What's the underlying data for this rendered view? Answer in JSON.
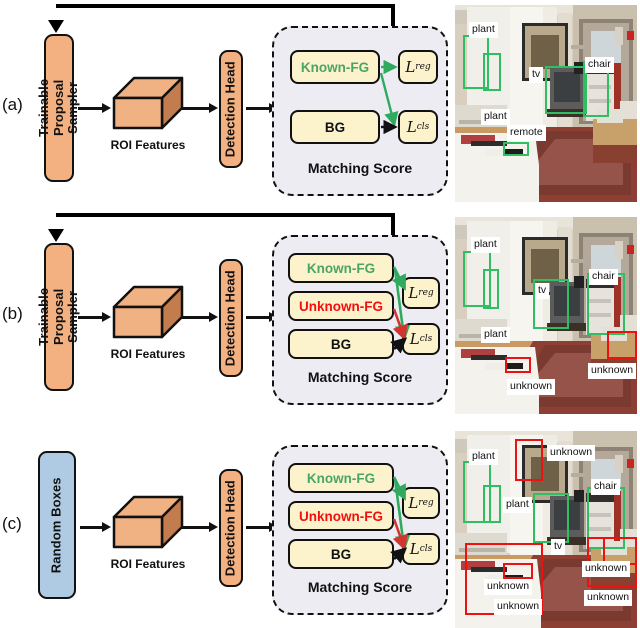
{
  "figure": {
    "panel_letters": [
      "(a)",
      "(b)",
      "(c)"
    ],
    "colors": {
      "orange_box": "#f3b080",
      "blue_box": "#aecbe3",
      "class_box": "#fcf3cd",
      "matching_panel": "#edecf2",
      "known_fg_text": "#4aa565",
      "unknown_fg_text": "#f40f0f",
      "green_detection": "#2fbe62",
      "red_detection": "#ee1111",
      "arrow_black": "#111111"
    }
  },
  "panels": [
    {
      "letter": "(a)",
      "source_box": {
        "label": "Trainable Proposal Sampler",
        "style": "orange"
      },
      "roi": {
        "label": "ROI Features"
      },
      "head_box": {
        "label": "Detection Head",
        "style": "orange"
      },
      "matching": {
        "title": "Matching Score",
        "classes": [
          {
            "label": "Known-FG",
            "style": "known"
          },
          {
            "label": "BG",
            "style": "plain"
          }
        ],
        "losses": [
          {
            "label": "L",
            "sub": "reg"
          },
          {
            "label": "L",
            "sub": "cls"
          }
        ]
      },
      "photo": {
        "detections": [
          {
            "label": "plant",
            "color": "green"
          },
          {
            "label": "plant",
            "color": "green"
          },
          {
            "label": "tv",
            "color": "green"
          },
          {
            "label": "chair",
            "color": "green"
          },
          {
            "label": "remote",
            "color": "green"
          }
        ]
      }
    },
    {
      "letter": "(b)",
      "source_box": {
        "label": "Trainable Proposal Sampler",
        "style": "orange"
      },
      "roi": {
        "label": "ROI Features"
      },
      "head_box": {
        "label": "Detection Head",
        "style": "orange"
      },
      "matching": {
        "title": "Matching Score",
        "classes": [
          {
            "label": "Known-FG",
            "style": "known"
          },
          {
            "label": "Unknown-FG",
            "style": "unknown"
          },
          {
            "label": "BG",
            "style": "plain"
          }
        ],
        "losses": [
          {
            "label": "L",
            "sub": "reg"
          },
          {
            "label": "L",
            "sub": "cls"
          }
        ]
      },
      "photo": {
        "detections": [
          {
            "label": "plant",
            "color": "green"
          },
          {
            "label": "plant",
            "color": "green"
          },
          {
            "label": "tv",
            "color": "green"
          },
          {
            "label": "chair",
            "color": "green"
          },
          {
            "label": "unknown",
            "color": "red"
          },
          {
            "label": "unknown",
            "color": "red"
          }
        ]
      }
    },
    {
      "letter": "(c)",
      "source_box": {
        "label": "Random Boxes",
        "style": "blue"
      },
      "roi": {
        "label": "ROI Features"
      },
      "head_box": {
        "label": "Detection Head",
        "style": "orange"
      },
      "matching": {
        "title": "Matching Score",
        "classes": [
          {
            "label": "Known-FG",
            "style": "known"
          },
          {
            "label": "Unknown-FG",
            "style": "unknown"
          },
          {
            "label": "BG",
            "style": "plain"
          }
        ],
        "losses": [
          {
            "label": "L",
            "sub": "reg"
          },
          {
            "label": "L",
            "sub": "cls"
          }
        ]
      },
      "photo": {
        "detections": [
          {
            "label": "unknown",
            "color": "red"
          },
          {
            "label": "plant",
            "color": "green"
          },
          {
            "label": "plant",
            "color": "green"
          },
          {
            "label": "tv",
            "color": "green"
          },
          {
            "label": "chair",
            "color": "green"
          },
          {
            "label": "unknown",
            "color": "red"
          },
          {
            "label": "unknown",
            "color": "red"
          },
          {
            "label": "unknown",
            "color": "red"
          },
          {
            "label": "unknown",
            "color": "red"
          }
        ]
      }
    }
  ]
}
